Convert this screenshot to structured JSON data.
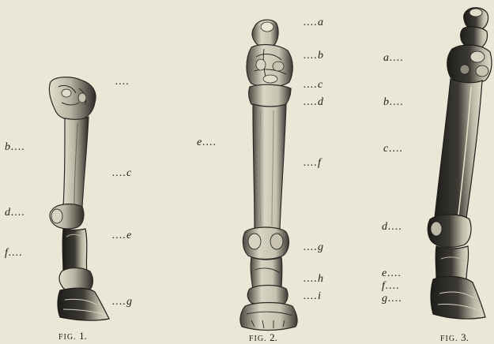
{
  "figures": [
    {
      "caption_prefix": "FIG.",
      "caption_number": "1.",
      "labels": {
        "top": "....",
        "b": "b....",
        "c": "....c",
        "d": "d....",
        "e": "....e",
        "f": "f....",
        "g": "....g"
      }
    },
    {
      "caption_prefix": "FIG.",
      "caption_number": "2.",
      "labels": {
        "a": "....a",
        "b": "....b",
        "c": "....c",
        "d": "....d",
        "e": "e....",
        "f": "....f",
        "g": "....g",
        "h": "....h",
        "i": "....i"
      }
    },
    {
      "caption_prefix": "FIG.",
      "caption_number": "3.",
      "labels": {
        "a": "a....",
        "b": "b....",
        "c": "c....",
        "d": "d....",
        "e": "e....",
        "f": "f....",
        "g": "g...."
      }
    }
  ],
  "colors": {
    "paper": "#eae7d7",
    "ink": "#1b1a16",
    "bone_light": "#d8d4c2",
    "bone_mid": "#8d8a7c",
    "bone_dark": "#2a2925"
  }
}
